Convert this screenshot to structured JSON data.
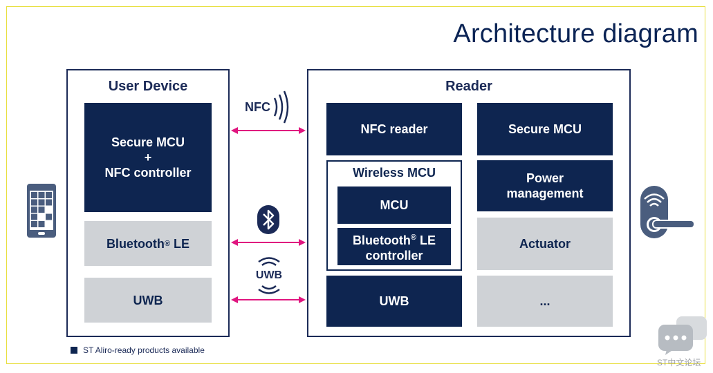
{
  "title": "Architecture diagram",
  "user_device": {
    "label": "User Device",
    "secure_block": {
      "line1": "Secure MCU",
      "line2": "+",
      "line3": "NFC controller"
    },
    "bluetooth": {
      "text": "Bluetooth",
      "mark": "®",
      "suffix": " LE"
    },
    "uwb": "UWB"
  },
  "reader": {
    "label": "Reader",
    "nfc_reader": "NFC reader",
    "secure_mcu": "Secure MCU",
    "wireless": {
      "label": "Wireless MCU",
      "mcu": "MCU",
      "bt_line1": "Bluetooth",
      "bt_mark": "®",
      "bt_line1_suffix": " LE",
      "bt_line2": "controller"
    },
    "power": {
      "line1": "Power",
      "line2": "management"
    },
    "actuator": "Actuator",
    "uwb": "UWB",
    "more": "..."
  },
  "protocols": {
    "nfc": "NFC",
    "uwb": "UWB"
  },
  "legend": "ST Aliro-ready products available",
  "watermark": "ST中文论坛",
  "colors": {
    "dark_block": "#0e2550",
    "light_block": "#cfd2d6",
    "arrow": "#e0157f"
  },
  "icons": [
    "smartphone-icon",
    "nfc-icon",
    "bluetooth-icon",
    "uwb-icon",
    "door-lock-icon",
    "chat-icon"
  ]
}
